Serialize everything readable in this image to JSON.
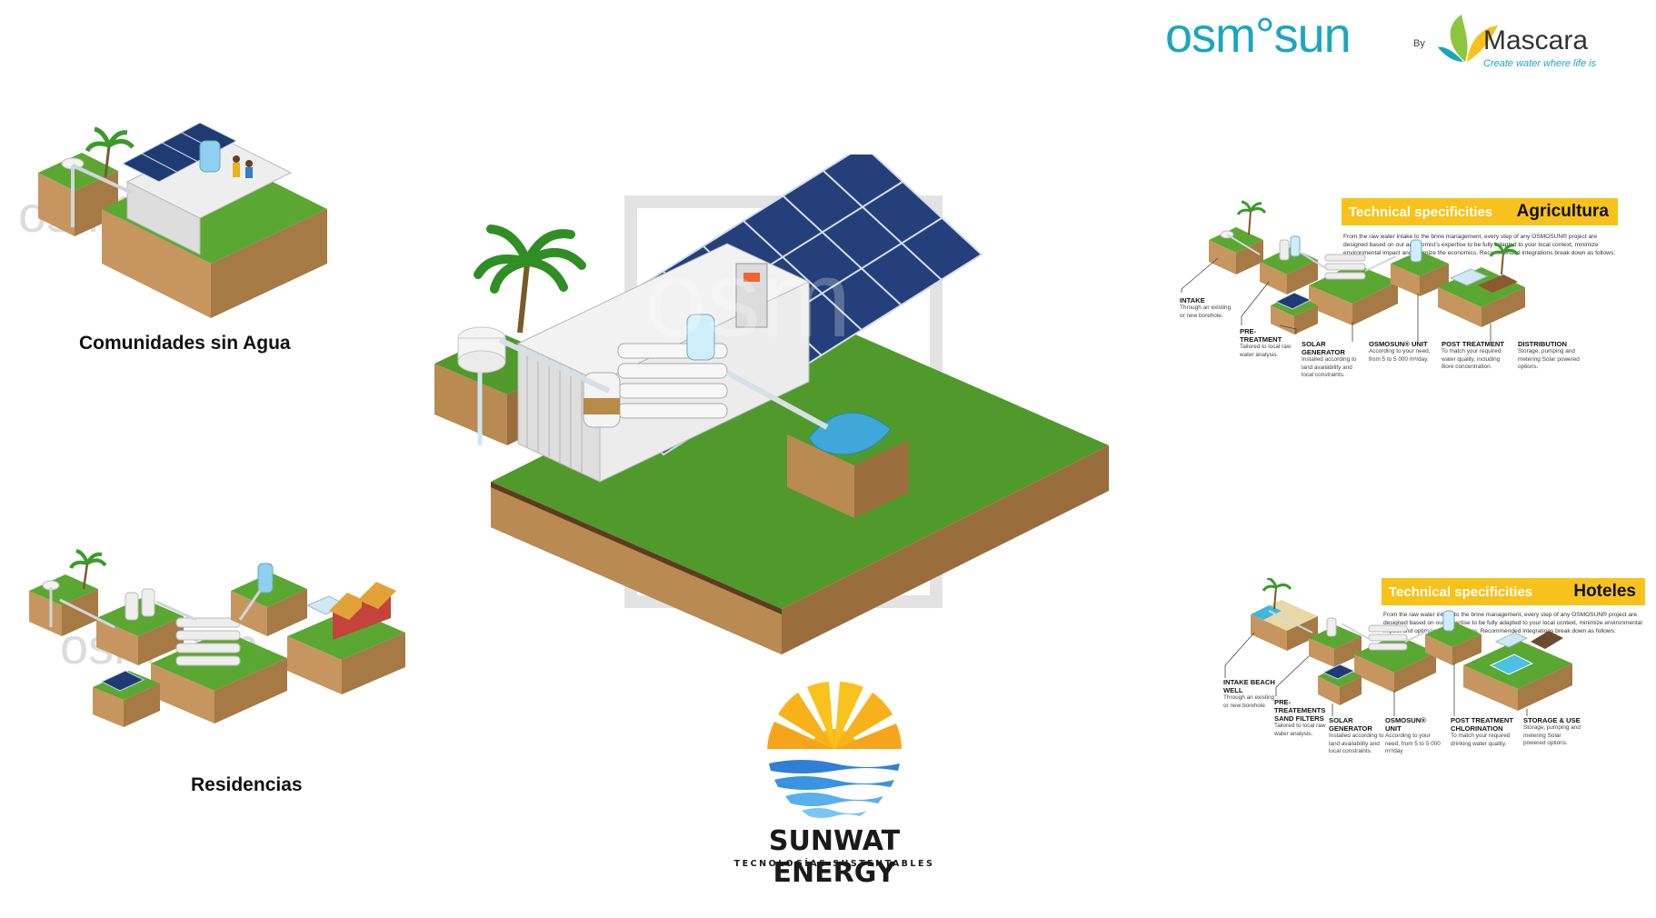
{
  "brand": {
    "osmosun": "osm°sun",
    "by": "By",
    "mascara_name": "Mascara",
    "mascara_tagline": "Create water where life is",
    "sunwat_name": "SUNWAT ENERGY",
    "sunwat_tagline": "TECNOLOGÍAS SUSTENTABLES"
  },
  "captions": {
    "comunidades": "Comunidades sin Agua",
    "residencias": "Residencias"
  },
  "colors": {
    "accent": "#1aa6bf",
    "yellow": "#f7c21b",
    "grass": "#4f9a2b",
    "soil": "#b98a52",
    "panel": "#1f3b73"
  },
  "agricultura": {
    "title_prefix": "Technical specificities",
    "title_suffix": "Agricultura",
    "intro": "From the raw water intake to the brine management, every step of any OSMOSUN® project are designed based on our agronomist’s expertise to be fully adapted to your local context, minimize environmental impact and optimize the economics. Recommended integrations break down as follows:",
    "steps": [
      {
        "title": "INTAKE",
        "desc": "Through an existing or new borehole."
      },
      {
        "title": "PRE-TREATMENT",
        "desc": "Tailored to local raw water analysis."
      },
      {
        "title": "SOLAR GENERATOR",
        "desc": "Installed according to land availability and local constraints."
      },
      {
        "title": "OSMOSUN® UNIT",
        "desc": "According to your need, from 5 to 5 000 m³/day."
      },
      {
        "title": "POST TREATMENT",
        "desc": "To match your required water quality, including Bore concentration."
      },
      {
        "title": "DISTRIBUTION",
        "desc": "Storage, pumping and metering Solar powered options."
      }
    ]
  },
  "hoteles": {
    "title_prefix": "Technical specificities",
    "title_suffix": "Hoteles",
    "intro": "From the raw water intake to the brine management, every step of any OSMOSUN® project are designed based on our expertise to be fully adapted to your local context, minimize environmental impact and optimize the economics. Recommended integrations break down as follows:",
    "steps": [
      {
        "title": "INTAKE BEACH WELL",
        "desc": "Through an existing or new borehole."
      },
      {
        "title": "PRE-TREATEMENTS SAND FILTERS",
        "desc": "Tailored to local raw water analysis."
      },
      {
        "title": "SOLAR GENERATOR",
        "desc": "Installed according to land availability and local constraints."
      },
      {
        "title": "OSMOSUN® UNIT",
        "desc": "According to your need, from 5 to 5 000 m³/day"
      },
      {
        "title": "POST TREATMENT CHLORINATION",
        "desc": "To match your required drinking water quality."
      },
      {
        "title": "STORAGE & USE",
        "desc": "Storage, pumping and metering Solar powered options."
      }
    ]
  }
}
